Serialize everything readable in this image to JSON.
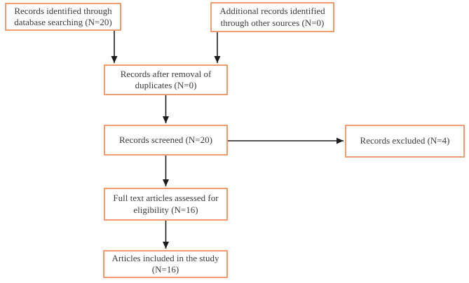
{
  "diagram_type": "flowchart",
  "colors": {
    "box-border": "#EF9C72",
    "box-bg": "#FFFFFF",
    "text": "#3B3B3B",
    "arrow": "#1C1C1C",
    "page-bg": "#FFFFFF"
  },
  "boxes": {
    "records_identified": {
      "lines": [
        "Records identified through",
        "database searching (N=20)"
      ]
    },
    "additional_records": {
      "lines": [
        "Additional records identified",
        "through other sources (N=0)"
      ]
    },
    "duplicates_removed": {
      "lines": [
        "Records after removal of",
        "duplicates (N=0)"
      ]
    },
    "records_screened": {
      "lines": [
        "Records screened (N=20)"
      ]
    },
    "records_excluded": {
      "lines": [
        "Records excluded (N=4)"
      ]
    },
    "full_text_assessed": {
      "lines": [
        "Full text articles assessed for",
        "eligibility (N=16)"
      ]
    },
    "articles_included": {
      "lines": [
        "Articles included in the study",
        "(N=16)"
      ]
    }
  },
  "edges": [
    {
      "from": "records_identified",
      "to": "duplicates_removed"
    },
    {
      "from": "additional_records",
      "to": "duplicates_removed"
    },
    {
      "from": "duplicates_removed",
      "to": "records_screened"
    },
    {
      "from": "records_screened",
      "to": "records_excluded"
    },
    {
      "from": "records_screened",
      "to": "full_text_assessed"
    },
    {
      "from": "full_text_assessed",
      "to": "articles_included"
    }
  ]
}
